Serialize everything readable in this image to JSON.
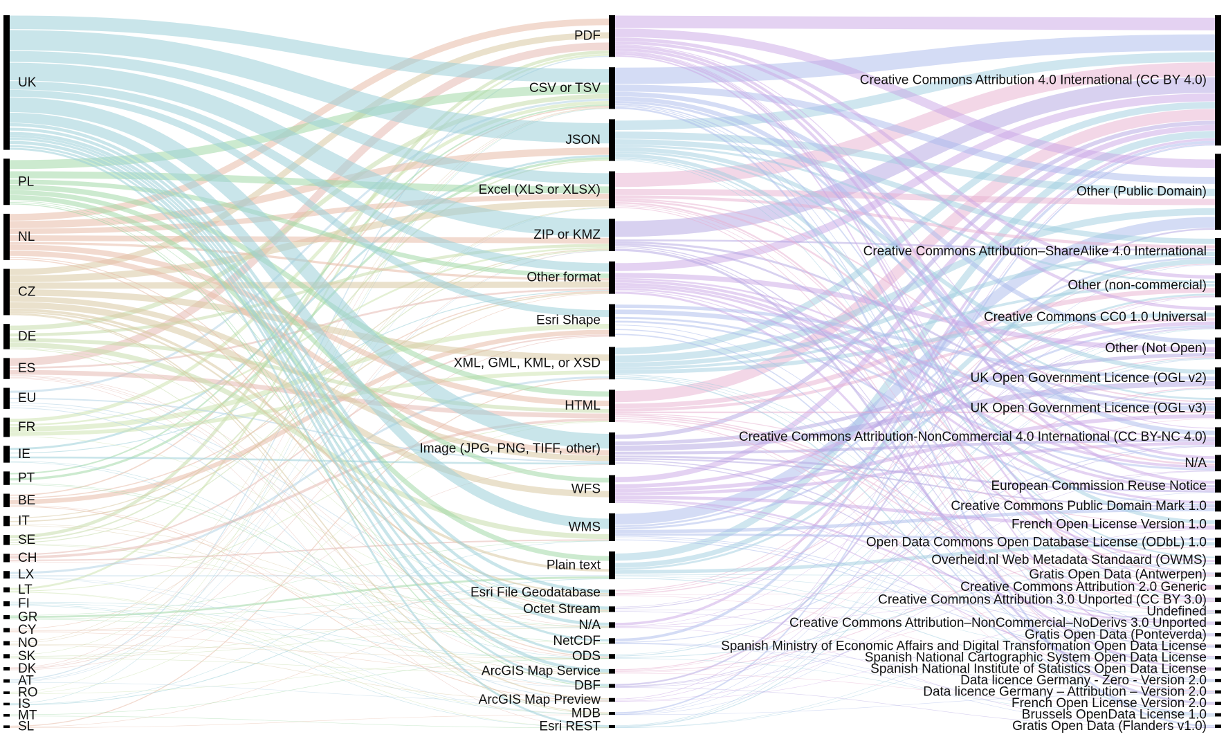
{
  "colors": {
    "bar": "#000000",
    "text": "#111111",
    "country_palette": [
      "#9ccfd8",
      "#a3d9a8",
      "#e8bca8",
      "#d8c9a3",
      "#c7dcab",
      "#e6b9b3",
      "#b4d3e6",
      "#cde3b0"
    ],
    "license_palette": [
      "#c9a6e6",
      "#a9b9ec",
      "#9fcde0",
      "#e8b0cf",
      "#b2a3e2"
    ]
  },
  "countries": [
    {
      "label": "UK",
      "size": 16
    },
    {
      "label": "PL",
      "size": 5.5
    },
    {
      "label": "NL",
      "size": 5.5
    },
    {
      "label": "CZ",
      "size": 5.5
    },
    {
      "label": "DE",
      "size": 3
    },
    {
      "label": "ES",
      "size": 2.5
    },
    {
      "label": "EU",
      "size": 2.5
    },
    {
      "label": "FR",
      "size": 2.3
    },
    {
      "label": "IE",
      "size": 2
    },
    {
      "label": "PT",
      "size": 1.6
    },
    {
      "label": "BE",
      "size": 1.6
    },
    {
      "label": "IT",
      "size": 1.2
    },
    {
      "label": "SE",
      "size": 1.2
    },
    {
      "label": "CH",
      "size": 1
    },
    {
      "label": "LX",
      "size": 0.9
    },
    {
      "label": "LT",
      "size": 0.6
    },
    {
      "label": "FI",
      "size": 0.6
    },
    {
      "label": "GR",
      "size": 0.5
    },
    {
      "label": "CY",
      "size": 0.5
    },
    {
      "label": "NO",
      "size": 0.5
    },
    {
      "label": "SK",
      "size": 0.5
    },
    {
      "label": "DK",
      "size": 0.4
    },
    {
      "label": "AT",
      "size": 0.4
    },
    {
      "label": "RO",
      "size": 0.3
    },
    {
      "label": "IS",
      "size": 0.3
    },
    {
      "label": "MT",
      "size": 0.3
    },
    {
      "label": "SL",
      "size": 0.3
    }
  ],
  "formats": [
    {
      "label": "PDF",
      "size": 4.5
    },
    {
      "label": "CSV or TSV",
      "size": 4.5
    },
    {
      "label": "JSON",
      "size": 4.5
    },
    {
      "label": "Excel (XLS or XLSX)",
      "size": 4
    },
    {
      "label": "ZIP or KMZ",
      "size": 3.5
    },
    {
      "label": "Other format",
      "size": 3.5
    },
    {
      "label": "Esri Shape",
      "size": 3.5
    },
    {
      "label": "XML, GML, KML, or XSD",
      "size": 3.5
    },
    {
      "label": "HTML",
      "size": 3.5
    },
    {
      "label": "Image (JPG, PNG, TIFF, other)",
      "size": 3.5
    },
    {
      "label": "WFS",
      "size": 3
    },
    {
      "label": "WMS",
      "size": 3
    },
    {
      "label": "Plain text",
      "size": 3
    },
    {
      "label": "Esri File Geodatabase",
      "size": 0.7
    },
    {
      "label": "Octet Stream",
      "size": 0.6
    },
    {
      "label": "N/A",
      "size": 0.6
    },
    {
      "label": "NetCDF",
      "size": 0.6
    },
    {
      "label": "ODS",
      "size": 0.5
    },
    {
      "label": "ArcGIS Map Service",
      "size": 0.5
    },
    {
      "label": "DBF",
      "size": 0.4
    },
    {
      "label": "ArcGIS Map Preview",
      "size": 0.4
    },
    {
      "label": "MDB",
      "size": 0.3
    },
    {
      "label": "Esri REST",
      "size": 0.3
    }
  ],
  "licenses": [
    {
      "label": "Creative Commons Attribution 4.0 International (CC BY 4.0)",
      "size": 12
    },
    {
      "label": "Other (Public Domain)",
      "size": 7
    },
    {
      "label": "Creative Commons Attribution–ShareAlike 4.0 International",
      "size": 2.5
    },
    {
      "label": "Other (non-commercial)",
      "size": 2.2
    },
    {
      "label": "Creative Commons CC0 1.0 Universal",
      "size": 2.2
    },
    {
      "label": "Other (Not Open)",
      "size": 2
    },
    {
      "label": "UK Open Government Licence (OGL v2)",
      "size": 2
    },
    {
      "label": "UK Open Government Licence (OGL v3)",
      "size": 2
    },
    {
      "label": "Creative Commons Attribution-NonCommercial 4.0 International (CC BY-NC 4.0)",
      "size": 1.8
    },
    {
      "label": "N/A",
      "size": 1.5
    },
    {
      "label": "European Commission Reuse Notice",
      "size": 1.2
    },
    {
      "label": "Creative Commons Public Domain Mark 1.0",
      "size": 1
    },
    {
      "label": "French Open License Version 1.0",
      "size": 0.9
    },
    {
      "label": "Open Data Commons Open Database License (ODbL) 1.0",
      "size": 0.9
    },
    {
      "label": "Overheid.nl Web Metadata Standaard (OWMS)",
      "size": 0.8
    },
    {
      "label": "Gratis Open Data (Antwerpen)",
      "size": 0.4
    },
    {
      "label": "Creative Commons Attribution 2.0 Generic",
      "size": 0.4
    },
    {
      "label": "Creative Commons Attribution 3.0 Unported (CC BY 3.0)",
      "size": 0.4
    },
    {
      "label": "Undefined",
      "size": 0.3
    },
    {
      "label": "Creative Commons Attribution–NonCommercial–NoDerivs 3.0 Unported",
      "size": 0.3
    },
    {
      "label": "Gratis Open Data (Ponteverda)",
      "size": 0.3
    },
    {
      "label": "Spanish Ministry of Economic Affairs and Digital Transformation Open Data License",
      "size": 0.3
    },
    {
      "label": "Spanish National Cartographic System Open Data License",
      "size": 0.3
    },
    {
      "label": "Spanish National Institute of Statistics Open Data License",
      "size": 0.3
    },
    {
      "label": "Data licence Germany - Zero - Version 2.0",
      "size": 0.3
    },
    {
      "label": "Data licence Germany – Attribution – Version 2.0",
      "size": 0.3
    },
    {
      "label": "French Open License Version 2.0",
      "size": 0.3
    },
    {
      "label": "Brussels OpenData License 1.0",
      "size": 0.3
    },
    {
      "label": "Gratis Open Data (Flanders v1.0)",
      "size": 0.3
    }
  ]
}
